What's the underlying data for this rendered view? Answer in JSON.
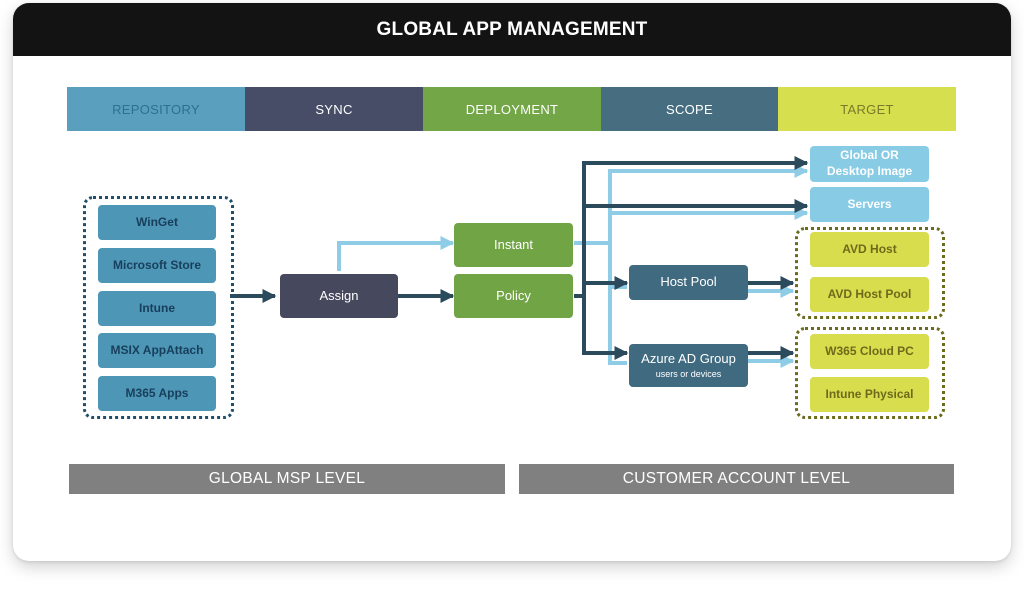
{
  "title": "GLOBAL APP MANAGEMENT",
  "stages": [
    {
      "label": "REPOSITORY",
      "bg": "#5aa0be",
      "fg": "#2f6f8f"
    },
    {
      "label": "SYNC",
      "bg": "#474d67",
      "fg": "#ffffff"
    },
    {
      "label": "DEPLOYMENT",
      "bg": "#73a646",
      "fg": "#ffffff"
    },
    {
      "label": "SCOPE",
      "bg": "#466e80",
      "fg": "#ffffff"
    },
    {
      "label": "TARGET",
      "bg": "#d6df4d",
      "fg": "#7a7a2a"
    }
  ],
  "repositories": [
    "WinGet",
    "Microsoft Store",
    "Intune",
    "MSIX AppAttach",
    "M365 Apps"
  ],
  "sync": {
    "assign": "Assign"
  },
  "deployment": {
    "instant": "Instant",
    "policy": "Policy"
  },
  "scope": {
    "host_pool": "Host Pool",
    "aad_group": "Azure AD Group",
    "aad_group_sub": "users or devices"
  },
  "targets": {
    "global_image": "Global OR Desktop Image",
    "servers": "Servers",
    "avd_host": "AVD Host",
    "avd_host_pool": "AVD Host Pool",
    "w365": "W365 Cloud PC",
    "intune_physical": "Intune Physical"
  },
  "levels": {
    "global": "GLOBAL MSP LEVEL",
    "customer": "CUSTOMER ACCOUNT LEVEL"
  },
  "colors": {
    "dark_arrow": "#2b4a5c",
    "light_arrow": "#8fcde6",
    "repo_group_border": "#1f4f6b",
    "target_group_border": "#6b6b1e",
    "title_bar": "#131313",
    "level_bar": "#808080"
  }
}
